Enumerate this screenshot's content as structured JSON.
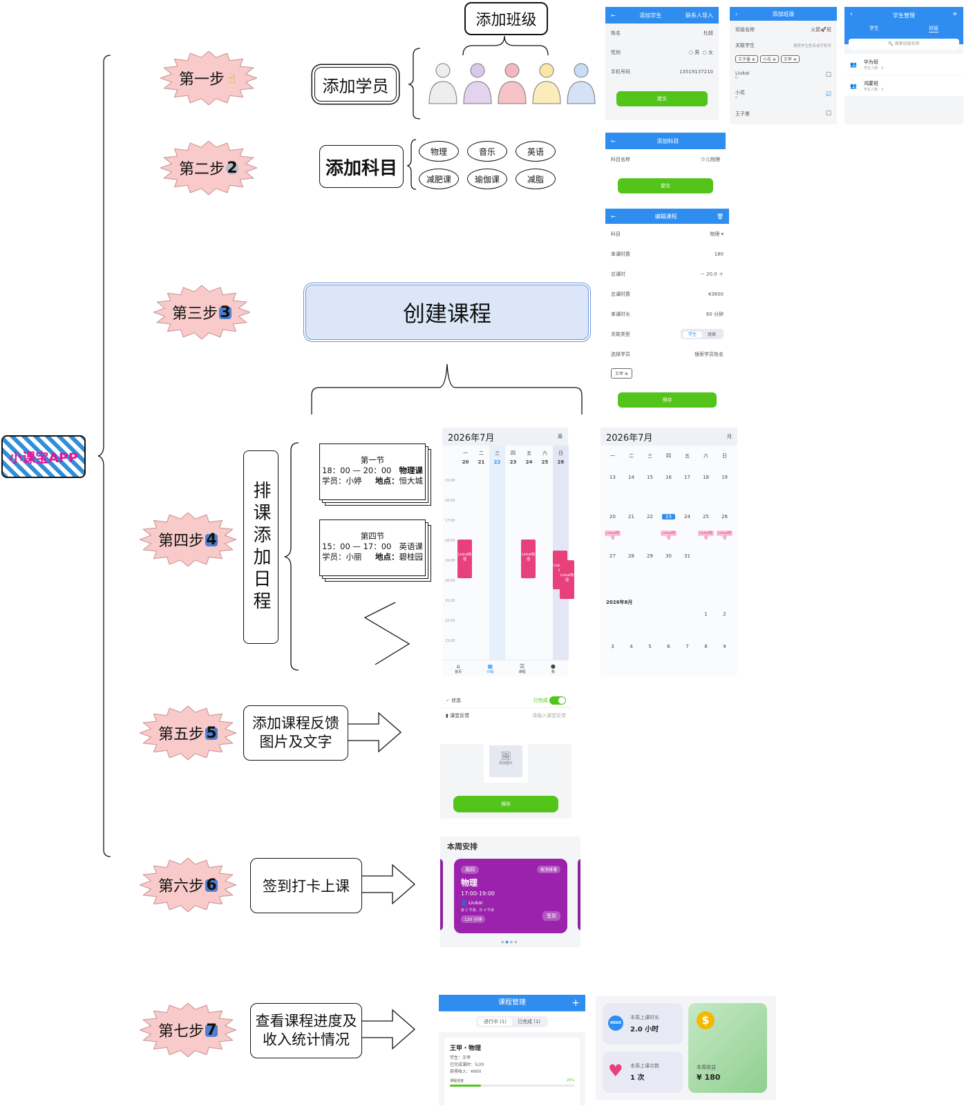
{
  "root": "小课宝APP",
  "steps": [
    {
      "label": "第一步",
      "badge": "☝"
    },
    {
      "label": "第二步",
      "badge": "2"
    },
    {
      "label": "第三步",
      "badge": "3"
    },
    {
      "label": "第四步",
      "badge": "4"
    },
    {
      "label": "第五步",
      "badge": "5"
    },
    {
      "label": "第六步",
      "badge": "6"
    },
    {
      "label": "第七步",
      "badge": "7"
    }
  ],
  "step1": {
    "add_student": "添加学员",
    "add_class": "添加班级"
  },
  "step2": {
    "title": "添加科目",
    "subjects": [
      "物理",
      "音乐",
      "英语",
      "减肥课",
      "瑜伽课",
      "减脂"
    ]
  },
  "step3": {
    "title": "创建课程"
  },
  "step4": {
    "title": "排课添加日程",
    "card1": {
      "line1": "第一节",
      "time": "18：00 — 20：00",
      "course": "物理课",
      "student": "学员：小婷",
      "place_label": "地点：",
      "place": "恒大城"
    },
    "card2": {
      "line1": "第四节",
      "time": "15：00 — 17：00",
      "course": "英语课",
      "student": "学员：小丽",
      "place_label": "地点：",
      "place": "碧桂园"
    }
  },
  "step5": {
    "line1": "添加课程反馈",
    "line2": "图片及文字"
  },
  "step6": {
    "title": "签到打卡上课"
  },
  "step7": {
    "line1": "查看课程进度及",
    "line2": "收入统计情况"
  },
  "screens": {
    "add_student": {
      "title": "添加学生",
      "action": "联系人导入",
      "name_label": "姓名",
      "name_value": "杜超",
      "gender_label": "性别",
      "male": "男",
      "female": "女",
      "phone_label": "手机号码",
      "phone_value": "13519137210",
      "submit": "提交"
    },
    "add_class": {
      "title": "添加班级",
      "name_label": "班级名称",
      "name_value": "火箭🚀班",
      "assoc_label": "关联学生",
      "search": "搜索学生姓名或手机号",
      "tags": [
        "王子墨",
        "小花",
        "王甲"
      ],
      "students": [
        {
          "name": "Liukai",
          "sub": "0"
        },
        {
          "name": "小花",
          "sub": "0"
        },
        {
          "name": "王子墨",
          "sub": ""
        }
      ]
    },
    "student_mgmt": {
      "title": "学生管理",
      "tabs": [
        "学生",
        "班级"
      ],
      "search": "搜索班级名称",
      "classes": [
        {
          "name": "华为班",
          "count": "学生人数：3"
        },
        {
          "name": "鸿蒙班",
          "count": "学生人数：3"
        }
      ]
    },
    "add_subject": {
      "title": "添加科目",
      "label": "科目名称",
      "value": "少儿物理",
      "submit": "提交"
    },
    "edit_course": {
      "title": "编辑课程",
      "rows": [
        {
          "label": "科目",
          "value": "物理 ▾"
        },
        {
          "label": "单课时费",
          "value": "180"
        },
        {
          "label": "总课时",
          "value": "－ 20.0 ＋"
        },
        {
          "label": "总课时费",
          "value": "¥3600"
        },
        {
          "label": "单课时长",
          "value": "60 分钟"
        },
        {
          "label": "关联类型",
          "value": ""
        },
        {
          "label": "选择学员",
          "value": "搜索学员姓名"
        }
      ],
      "types": [
        "学生",
        "班级"
      ],
      "tag": "王甲",
      "save": "保存"
    },
    "week_cal": {
      "title": "2026年7月",
      "mode": "周",
      "weekdays": [
        "一",
        "二",
        "三",
        "四",
        "五",
        "六",
        "日"
      ],
      "dates": [
        "20",
        "21",
        "22",
        "23",
        "24",
        "25",
        "26"
      ],
      "hours": [
        "15:00",
        "16:00",
        "17:00",
        "18:00",
        "19:00",
        "20:00",
        "21:00",
        "22:00",
        "23:00"
      ],
      "event": "Liukai物理",
      "nav": [
        "首页",
        "日程",
        "课程",
        "我"
      ]
    },
    "month_cal": {
      "title": "2026年7月",
      "mode": "月",
      "weekdays": [
        "一",
        "二",
        "三",
        "四",
        "五",
        "六",
        "日"
      ],
      "weeks": [
        [
          "13",
          "14",
          "15",
          "16",
          "17",
          "18",
          "19"
        ],
        [
          "20",
          "21",
          "22",
          "23",
          "24",
          "25",
          "26"
        ],
        [
          "27",
          "28",
          "29",
          "30",
          "31",
          "",
          ""
        ]
      ],
      "today": "23",
      "next_month": "2026年8月",
      "aug_weeks": [
        [
          "",
          "",
          "",
          "",
          "",
          "1",
          "2"
        ],
        [
          "3",
          "4",
          "5",
          "6",
          "7",
          "8",
          "9"
        ]
      ],
      "event": "Liukai物理"
    },
    "feedback": {
      "status_label": "状态",
      "status_value": "已完成",
      "fb_label": "课堂反馈",
      "fb_placeholder": "请输入课堂反馈",
      "add_image": "添加图片",
      "save": "保存"
    },
    "week_plan": {
      "title": "本周安排",
      "day": "周四",
      "cancel": "取消排课",
      "subject": "物理",
      "time": "17:00-19:00",
      "student": "Liukai",
      "progress": "第 2 节课，共 4 节课",
      "duration": "120 分钟",
      "checkin": "签到"
    },
    "course_mgmt": {
      "title": "课程管理",
      "tabs": [
        "进行中 (1)",
        "已完成 (1)"
      ],
      "course": "王甲・物理",
      "student": "学生：王甲",
      "done": "已完成课时：5/20",
      "income": "获得收入：¥900",
      "progress_label": "课程进度",
      "progress_pct": "25%",
      "progress": 0.25
    },
    "stats": {
      "hours_label": "本周上课时长",
      "hours_value": "2.0 小时",
      "count_label": "本周上课次数",
      "count_value": "1 次",
      "income_label": "本周收益",
      "income_value": "¥ 180"
    }
  }
}
